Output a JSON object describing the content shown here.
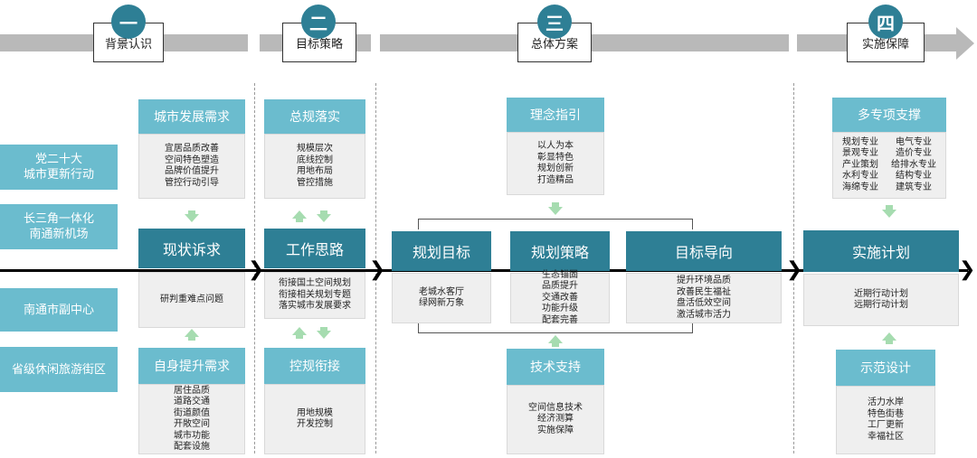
{
  "stages": [
    {
      "num": "一",
      "title": "背景认识"
    },
    {
      "num": "二",
      "title": "目标策略"
    },
    {
      "num": "三",
      "title": "总体方案"
    },
    {
      "num": "四",
      "title": "实施保障"
    }
  ],
  "left_boxes": [
    "党二十大\n城市更新行动",
    "长三角一体化\n南通新机场",
    "南通市副中心",
    "省级休闲旅游街区"
  ],
  "col1": {
    "top": {
      "title": "城市发展需求",
      "items": [
        "宜居品质改善",
        "空间特色塑造",
        "品牌价值提升",
        "管控行动引导"
      ]
    },
    "mid": {
      "title": "现状诉求",
      "items": [
        "研判重难点问题"
      ]
    },
    "bottom": {
      "title": "自身提升需求",
      "items": [
        "居住品质",
        "道路交通",
        "街道颜值",
        "开敞空间",
        "城市功能",
        "配套设施"
      ]
    }
  },
  "col2": {
    "top": {
      "title": "总规落实",
      "items": [
        "规模层次",
        "底线控制",
        "用地布局",
        "管控措施"
      ]
    },
    "mid": {
      "title": "工作思路",
      "items": [
        "衔接国土空间规划",
        "衔接相关规划专题",
        "落实城市发展要求"
      ]
    },
    "bottom": {
      "title": "控规衔接",
      "items": [
        "用地规模",
        "开发控制"
      ]
    }
  },
  "col3": {
    "top": {
      "title": "理念指引",
      "items": [
        "以人为本",
        "彰显特色",
        "规划创新",
        "打造精品"
      ]
    },
    "goal": {
      "title": "规划目标",
      "items": [
        "老城水客厅",
        "绿网新万象"
      ]
    },
    "strategy": {
      "title": "规划策略",
      "items": [
        "生态锚固",
        "品质提升",
        "交通改善",
        "功能升级",
        "配套完善"
      ]
    },
    "orient": {
      "title": "目标导向",
      "items": [
        "提升环境品质",
        "改善民生福祉",
        "盘活低效空间",
        "激活城市活力"
      ]
    },
    "bottom": {
      "title": "技术支持",
      "items": [
        "空间信息技术",
        "经济测算",
        "实施保障"
      ]
    }
  },
  "col4": {
    "top": {
      "title": "多专项支撑",
      "left": [
        "规划专业",
        "景观专业",
        "产业策划",
        "水利专业",
        "海绵专业"
      ],
      "right": [
        "电气专业",
        "造价专业",
        "给排水专业",
        "结构专业",
        "建筑专业"
      ]
    },
    "mid": {
      "title": "实施计划",
      "items": [
        "近期行动计划",
        "远期行动计划"
      ]
    },
    "bottom": {
      "title": "示范设计",
      "items": [
        "活力水岸",
        "特色街巷",
        "工厂更新",
        "幸福社区"
      ]
    }
  },
  "colors": {
    "dark_teal": "#2e7f95",
    "light_teal": "#6bbcce",
    "green_arrow": "#a6dcb0",
    "panel_bg": "#efefef",
    "band": "#b9b9b9"
  }
}
